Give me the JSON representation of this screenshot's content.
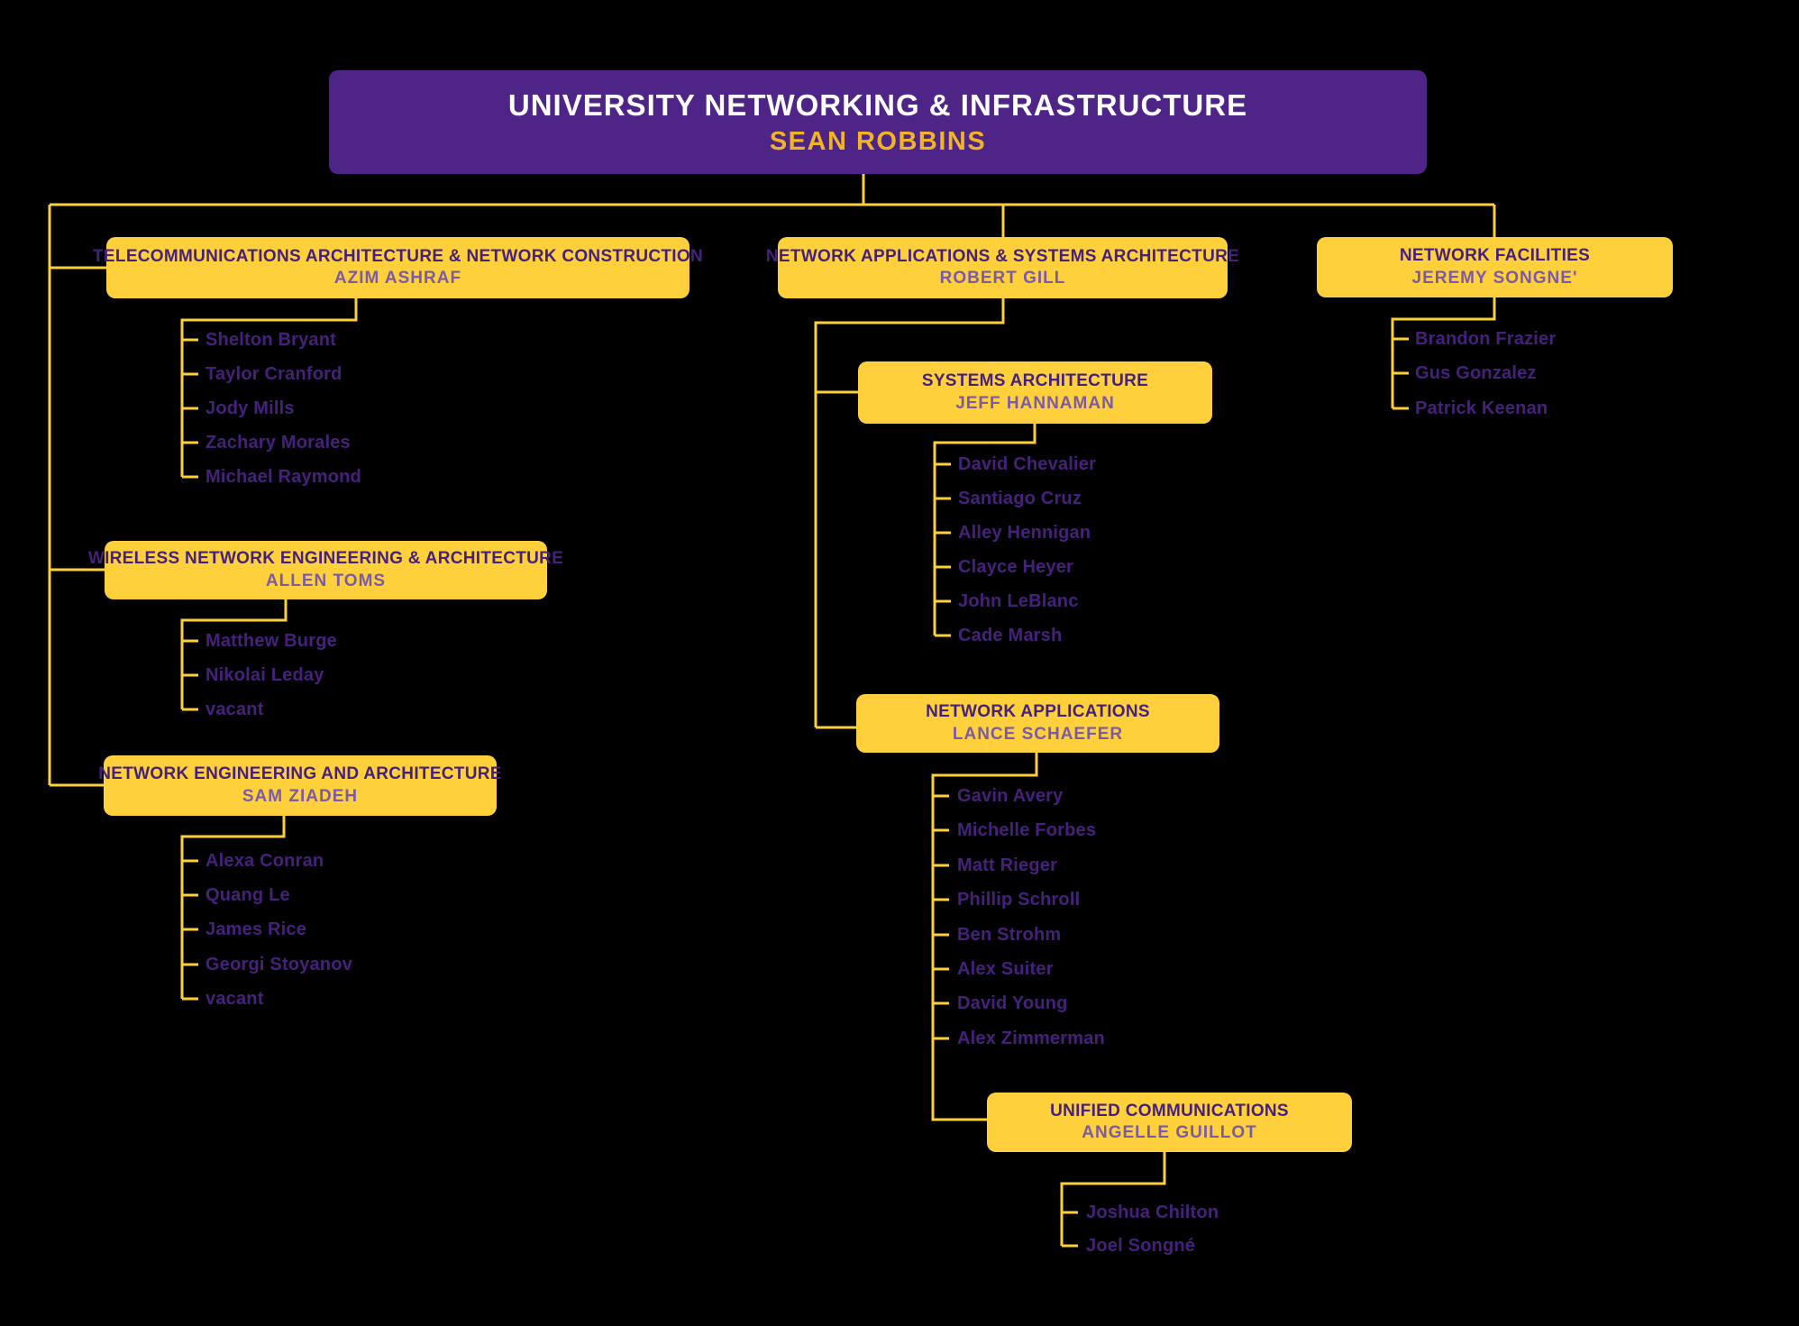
{
  "colors": {
    "background": "#000000",
    "box_gold": "#FDD03C",
    "box_purple": "#4E2487",
    "connector_gold": "#FDCF3B",
    "title_dark_purple": "#46217C",
    "manager_light_purple": "#7B5AA6",
    "root_title_white": "#FFFFFF",
    "root_manager_gold": "#F0B429"
  },
  "root": {
    "title": "UNIVERSITY NETWORKING & INFRASTRUCTURE",
    "manager": "SEAN ROBBINS"
  },
  "groups": [
    {
      "title": "TELECOMMUNICATIONS ARCHITECTURE & NETWORK CONSTRUCTION",
      "manager": "AZIM ASHRAF",
      "members": [
        "Shelton Bryant",
        "Taylor Cranford",
        "Jody Mills",
        "Zachary Morales",
        "Michael Raymond"
      ]
    },
    {
      "title": "WIRELESS NETWORK ENGINEERING & ARCHITECTURE",
      "manager": "ALLEN TOMS",
      "members": [
        "Matthew Burge",
        "Nikolai Leday",
        "vacant"
      ]
    },
    {
      "title": "NETWORK ENGINEERING AND ARCHITECTURE",
      "manager": "SAM ZIADEH",
      "members": [
        "Alexa Conran",
        "Quang Le",
        "James Rice",
        "Georgi Stoyanov",
        "vacant"
      ]
    },
    {
      "title": "NETWORK APPLICATIONS & SYSTEMS ARCHITECTURE",
      "manager": "ROBERT GILL",
      "members": []
    },
    {
      "title": "SYSTEMS ARCHITECTURE",
      "manager": "JEFF HANNAMAN",
      "members": [
        "David Chevalier",
        "Santiago Cruz",
        "Alley Hennigan",
        "Clayce Heyer",
        "John LeBlanc",
        "Cade Marsh"
      ]
    },
    {
      "title": "NETWORK APPLICATIONS",
      "manager": "LANCE SCHAEFER",
      "members": [
        "Gavin Avery",
        "Michelle Forbes",
        "Matt Rieger",
        "Phillip Schroll",
        "Ben Strohm",
        "Alex Suiter",
        "David Young",
        "Alex Zimmerman"
      ]
    },
    {
      "title": "UNIFIED COMMUNICATIONS",
      "manager": "ANGELLE GUILLOT",
      "members": [
        "Joshua Chilton",
        "Joel Songné"
      ]
    },
    {
      "title": "NETWORK FACILITIES",
      "manager": "JEREMY SONGNE'",
      "members": [
        "Brandon Frazier",
        "Gus Gonzalez",
        "Patrick Keenan"
      ]
    }
  ]
}
